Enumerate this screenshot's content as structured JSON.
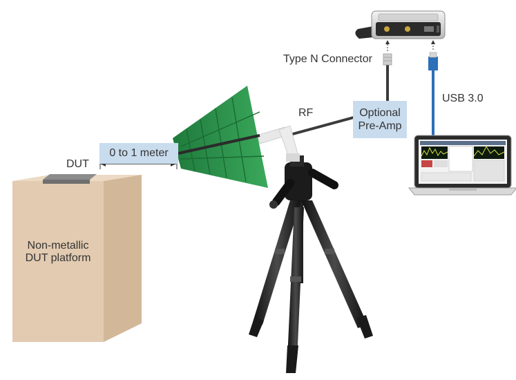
{
  "labels": {
    "dut": "DUT",
    "distance": "0 to 1 meter",
    "platform_line1": "Non-metallic",
    "platform_line2": "DUT platform",
    "rf": "RF",
    "type_n": "Type N Connector",
    "preamp_line1": "Optional",
    "preamp_line2": "Pre-Amp",
    "usb": "USB 3.0"
  },
  "colors": {
    "platform_front": "#e2cbb1",
    "platform_side": "#d2b899",
    "antenna_pcb": "#2f9a50",
    "label_box": "#c9dcee",
    "cable_dark": "#3b3b3b",
    "cable_usb": "#2d6fb8",
    "text": "#333333"
  },
  "icons": [
    "spectrum-analyzer-device",
    "laptop-computer",
    "log-periodic-antenna",
    "tripod",
    "usb-plug-icon",
    "type-n-connector-icon"
  ]
}
